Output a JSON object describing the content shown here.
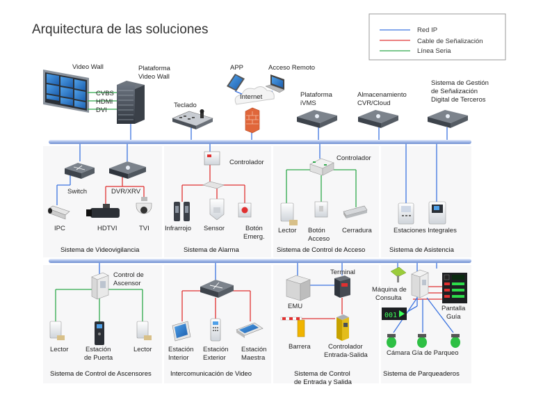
{
  "title": "Arquitectura de las soluciones",
  "legend": [
    {
      "label": "Red IP",
      "color": "#3b73e0"
    },
    {
      "label": "Cable de Señalización",
      "color": "#e03030"
    },
    {
      "label": "Línea Seria",
      "color": "#2ea84a"
    }
  ],
  "top": {
    "video_wall": "Video Wall",
    "platform_vw": [
      "Plataforma",
      "Video Wall"
    ],
    "ports": [
      "CVBS",
      "HDMI",
      "DVI"
    ],
    "keyboard": "Teclado",
    "app": "APP",
    "remote": "Acceso Remoto",
    "internet": "Internet",
    "ivms": [
      "Plataforma",
      "iVMS"
    ],
    "storage": [
      "Almacenamiento",
      "CVR/Cloud"
    ],
    "third": [
      "Sistema de Gestión",
      "de Señalización",
      "Digital de Terceros"
    ]
  },
  "video": {
    "switch": "Switch",
    "dvr": "DVR/XRV",
    "ipc": "IPC",
    "hdtvi": "HDTVI",
    "tvi": "TVI",
    "system": "Sistema de Videovigilancia"
  },
  "alarm": {
    "controller": "Controlador",
    "infrared": "Infrarrojo",
    "sensor": "Sensor",
    "button": [
      "Botón",
      "Emerg."
    ],
    "system": "Sistema de Alarma"
  },
  "access": {
    "controller": "Controlador",
    "reader": "Lector",
    "button": [
      "Botón",
      "Acceso"
    ],
    "lock": "Cerradura",
    "system": "Sistema de Control de Acceso"
  },
  "attendance": {
    "stations": "Estaciones Integrales",
    "system": "Sistema de Asistencia"
  },
  "elevator": {
    "controller": [
      "Control de",
      "Ascensor"
    ],
    "reader_left": "Lector",
    "door_station": [
      "Estación",
      "de Puerta"
    ],
    "reader_right": "Lector",
    "system": "Sistema de Control de Ascensores"
  },
  "intercom": {
    "indoor": [
      "Estación",
      "Interior"
    ],
    "outdoor": [
      "Estación",
      "Exterior"
    ],
    "master": [
      "Estación",
      "Maestra"
    ],
    "system": "Intercomunicación de Video"
  },
  "entrance": {
    "emu": "EMU",
    "terminal": "Terminal",
    "barrier": "Barrera",
    "controller": [
      "Controlador",
      "Entrada-Salida"
    ],
    "system": [
      "Sistema de Control",
      "de Entrada y Salida"
    ]
  },
  "parking": {
    "kiosk": [
      "Máquina de",
      "Consulta"
    ],
    "guide": [
      "Pantalla",
      "Guía"
    ],
    "camera": "Cámara Gía de Parqueo",
    "display_led": "001",
    "system": "Sistema de Parqueaderos"
  }
}
